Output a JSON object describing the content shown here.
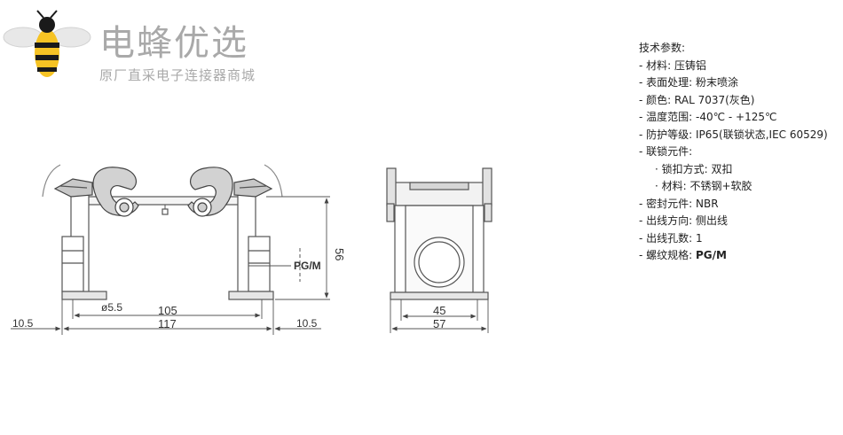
{
  "brand": {
    "name": "电蜂优选",
    "tagline": "原厂直采电子连接器商城"
  },
  "drawing": {
    "front_view": {
      "dim_hole": "ø5.5",
      "dim_hole_spacing": "105",
      "dim_total_width": "117",
      "dim_left_offset": "10.5",
      "dim_right_offset": "10.5",
      "dim_height": "56",
      "thread_label": "PG/M"
    },
    "side_view": {
      "dim_inner_width": "45",
      "dim_total_width": "57"
    }
  },
  "specs": {
    "title": "技术参数:",
    "rows": [
      "- 材料: 压铸铝",
      "- 表面处理: 粉末喷涂",
      "- 颜色: RAL 7037(灰色)",
      "- 温度范围: -40℃  -  +125℃",
      "- 防护等级: IP65(联锁状态,IEC 60529)",
      "- 联锁元件:",
      "· 锁扣方式: 双扣",
      "· 材料: 不锈钢+软胶",
      "- 密封元件: NBR",
      "- 出线方向: 侧出线",
      "- 出线孔数: 1"
    ],
    "last_label": "- 螺纹规格: ",
    "last_value": "PG/M"
  }
}
